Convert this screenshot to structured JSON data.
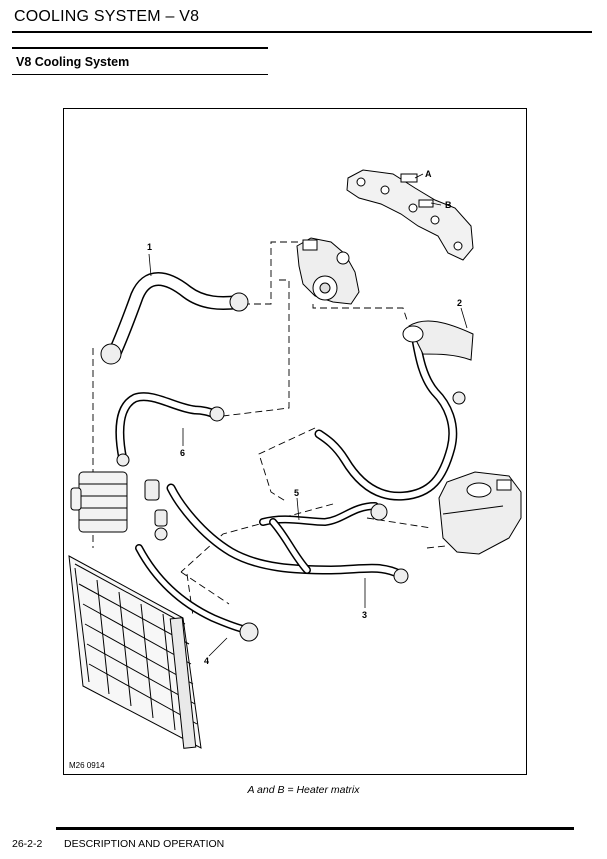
{
  "header": {
    "title": "COOLING SYSTEM – V8"
  },
  "section": {
    "title": "V8 Cooling System"
  },
  "figure": {
    "callouts": {
      "n1": "1",
      "n2": "2",
      "n3": "3",
      "n4": "4",
      "n5": "5",
      "n6": "6",
      "a": "A",
      "b": "B"
    },
    "reference_code": "M26 0914"
  },
  "caption": "A and B = Heater matrix",
  "footer": {
    "page_number": "26-2-2",
    "section_name": "DESCRIPTION AND OPERATION"
  }
}
